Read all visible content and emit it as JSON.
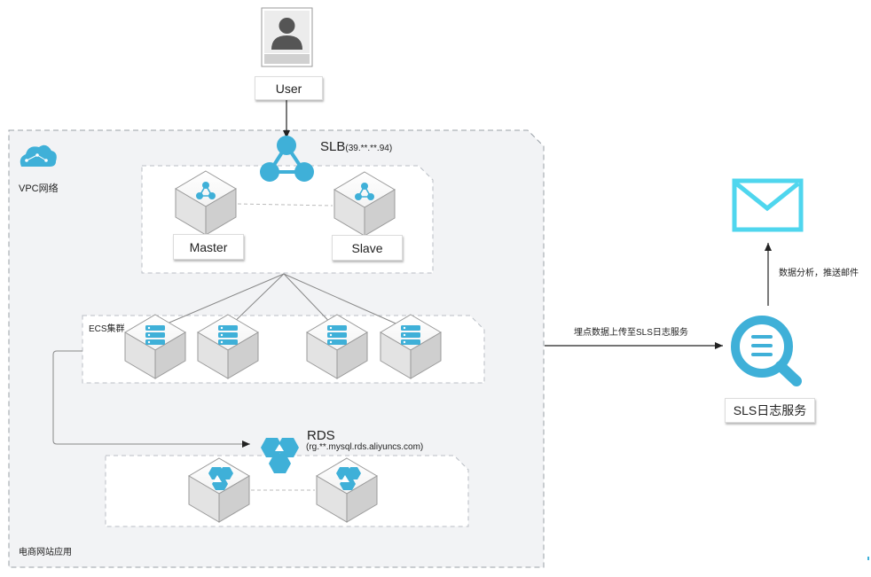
{
  "user": {
    "label": "User"
  },
  "vpc": {
    "label": "VPC网络"
  },
  "slb": {
    "name": "SLB",
    "ip": "(39.**.**.94)"
  },
  "slb_nodes": {
    "master": "Master",
    "slave": "Slave"
  },
  "ecs": {
    "label": "ECS集群"
  },
  "rds": {
    "name": "RDS",
    "host": "(rg.**.mysql.rds.aliyuncs.com)"
  },
  "app": {
    "label": "电商网站应用"
  },
  "flows": {
    "to_sls": "埋点数据上传至SLS日志服务",
    "to_mail": "数据分析，推送邮件"
  },
  "sls": {
    "label": "SLS日志服务"
  },
  "colors": {
    "accent": "#3fb0d8",
    "mail": "#4fd6ee",
    "region_bg": "#f2f3f5",
    "border": "#9aa0a6"
  },
  "icons": [
    "user-avatar-icon",
    "cloud-icon",
    "slb-icon",
    "server-icon",
    "rds-icon",
    "sls-search-icon",
    "mail-icon"
  ]
}
